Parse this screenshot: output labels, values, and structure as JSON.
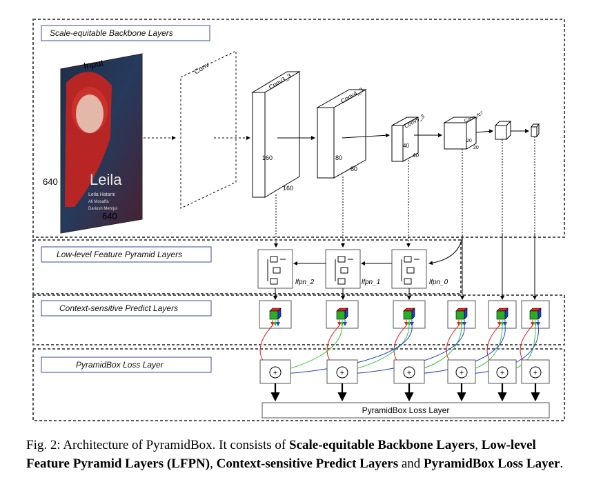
{
  "sections": {
    "backbone": "Scale-equitable Backbone Layers",
    "lfpn": "Low-level Feature Pyramid Layers",
    "cpm": "Context-sensitive Predict Layers",
    "loss": "PyramidBox Loss Layer"
  },
  "input": {
    "label": "Input",
    "height_label": "640",
    "width_label": "640",
    "poster_title": "Leila",
    "poster_text": [
      "Leila Hatami",
      "Ali Mosaffa",
      "Dariush Mehrjui"
    ]
  },
  "conv": {
    "label": "Conv"
  },
  "conv_layers": [
    {
      "name": "Conv3_3",
      "h": "160",
      "w": "160"
    },
    {
      "name": "Conv4_3",
      "h": "80",
      "w": "80"
    },
    {
      "name": "Conv5_3",
      "h": "40",
      "w": "40"
    },
    {
      "name": "Conv_fc7",
      "h": "20",
      "w": "20"
    }
  ],
  "lfpn_labels": [
    "lfpn_2",
    "lfpn_1",
    "lfpn_0"
  ],
  "loss_box_label": "PyramidBox Loss Layer",
  "plus_symbol": "+",
  "colors": {
    "red": "#e8231e",
    "green": "#2ec42e",
    "blue": "#1f3fd6",
    "cube_green": "#26b026"
  },
  "caption": {
    "prefix": "Fig. 2: Architecture of PyramidBox. It consists of ",
    "b1": "Scale-equitable Backbone Layers",
    "sep1": ", ",
    "b2": "Low-level Feature Pyramid Layers (LFPN)",
    "sep2": ", ",
    "b3": "Context-sensitive Predict Layers",
    "sep3": " and ",
    "b4": "PyramidBox Loss Layer",
    "suffix": "."
  }
}
